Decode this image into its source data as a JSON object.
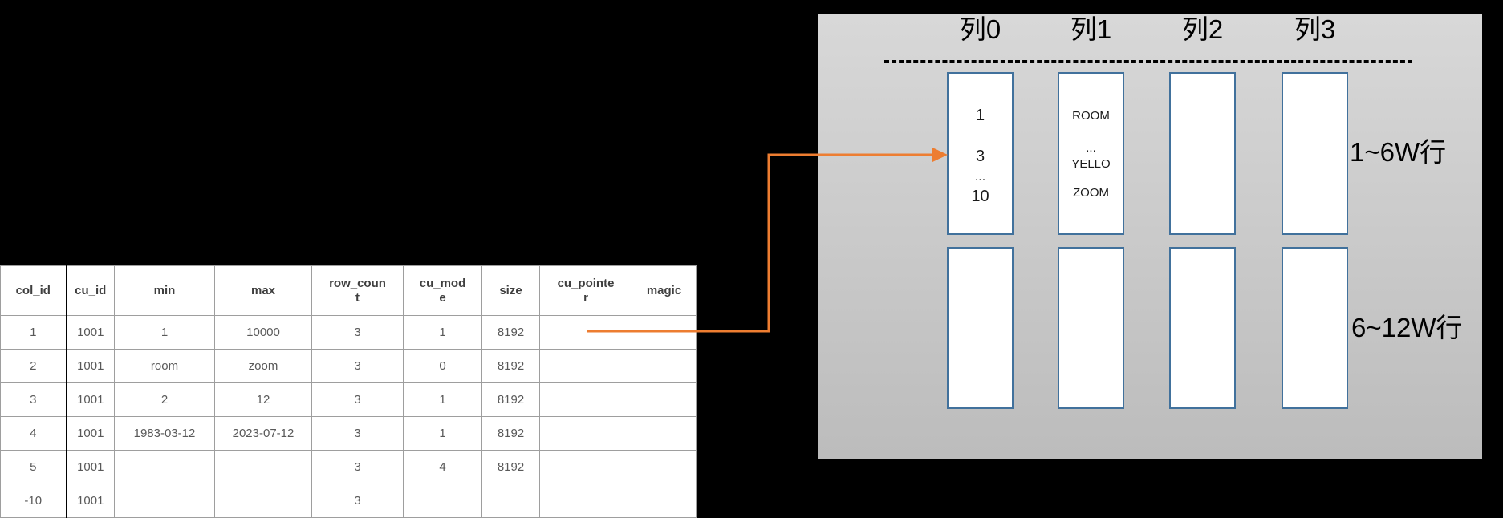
{
  "table": {
    "headers": [
      "col_id",
      "cu_id",
      "min",
      "max",
      "row_coun\nt",
      "cu_mod\ne",
      "size",
      "cu_pointe\nr",
      "magic"
    ],
    "rows": [
      {
        "cells": [
          "1",
          "1001",
          "1",
          "10000",
          "3",
          "1",
          "8192",
          "",
          ""
        ]
      },
      {
        "cells": [
          "2",
          "1001",
          "room",
          "zoom",
          "3",
          "0",
          "8192",
          "",
          ""
        ]
      },
      {
        "cells": [
          "3",
          "1001",
          "2",
          "12",
          "3",
          "1",
          "8192",
          "",
          ""
        ]
      },
      {
        "cells": [
          "4",
          "1001",
          "1983-03-12",
          "2023-07-12",
          "3",
          "1",
          "8192",
          "",
          ""
        ]
      },
      {
        "cells": [
          "5",
          "1001",
          "",
          "",
          "3",
          "4",
          "8192",
          "",
          ""
        ]
      },
      {
        "cells": [
          "-10",
          "1001",
          "",
          "",
          "3",
          "",
          "",
          "",
          ""
        ]
      }
    ]
  },
  "panel": {
    "column_titles": [
      "列0",
      "列1",
      "列2",
      "列3"
    ],
    "col0_box_lines": [
      "1",
      "3",
      "...",
      "10"
    ],
    "col1_box_lines": [
      "ROOM",
      "...",
      "YELLO",
      "ZOOM"
    ],
    "row_group_labels": [
      "1~6W行",
      "6~12W行"
    ]
  },
  "colors": {
    "background": "#000000",
    "arrow": "#ED7D31",
    "box_border": "#41719C",
    "box_fill": "#FFFFFF",
    "panel_top": "#D8D8D8",
    "panel_bottom": "#BCBCBC",
    "table_border": "#9E9E9E",
    "table_text": "#595959",
    "label_text": "#000000"
  }
}
